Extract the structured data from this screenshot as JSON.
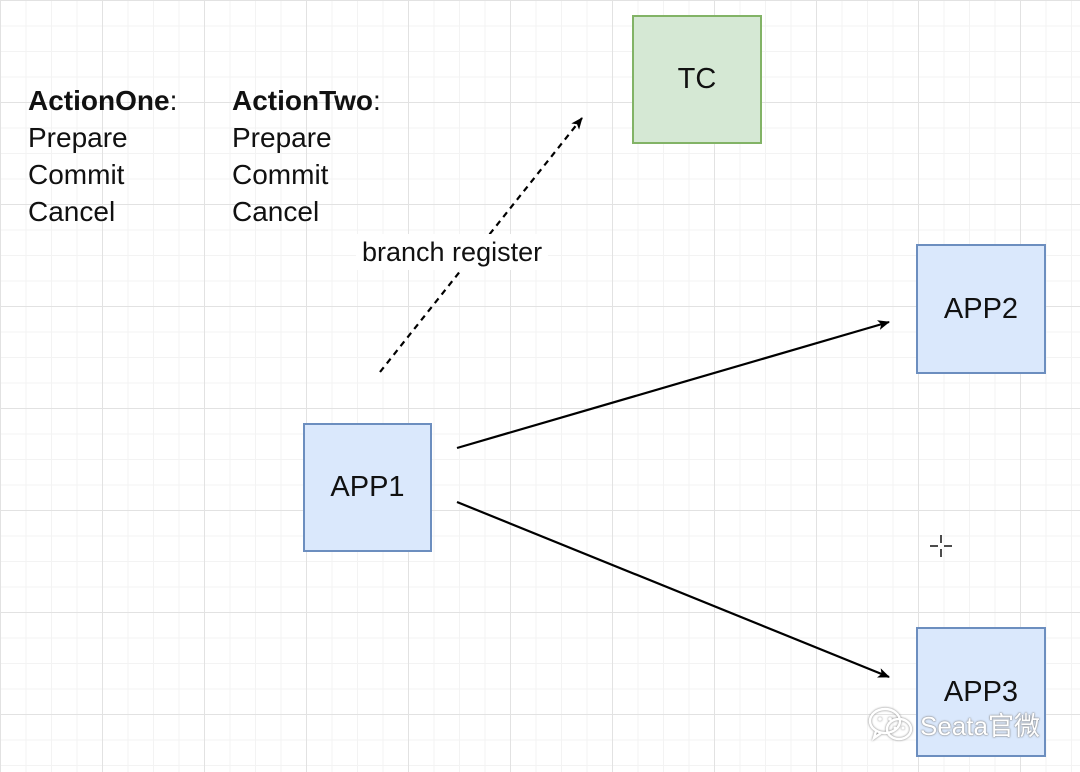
{
  "diagram": {
    "nodes": {
      "tc": "TC",
      "app1": "APP1",
      "app2": "APP2",
      "app3": "APP3"
    },
    "edge_label": "branch register",
    "actions": [
      {
        "name": "ActionOne",
        "methods": [
          "Prepare",
          "Commit",
          "Cancel"
        ]
      },
      {
        "name": "ActionTwo",
        "methods": [
          "Prepare",
          "Commit",
          "Cancel"
        ]
      }
    ],
    "watermark": "Seata官微"
  },
  "colors": {
    "app_fill": "#dae8fc",
    "app_stroke": "#6c8ebf",
    "tc_fill": "#d5e8d4",
    "tc_stroke": "#82b366",
    "arrow": "#000000"
  },
  "icons": {
    "cursor": "crosshair-move-cursor-icon",
    "watermark": "wechat-icon"
  }
}
